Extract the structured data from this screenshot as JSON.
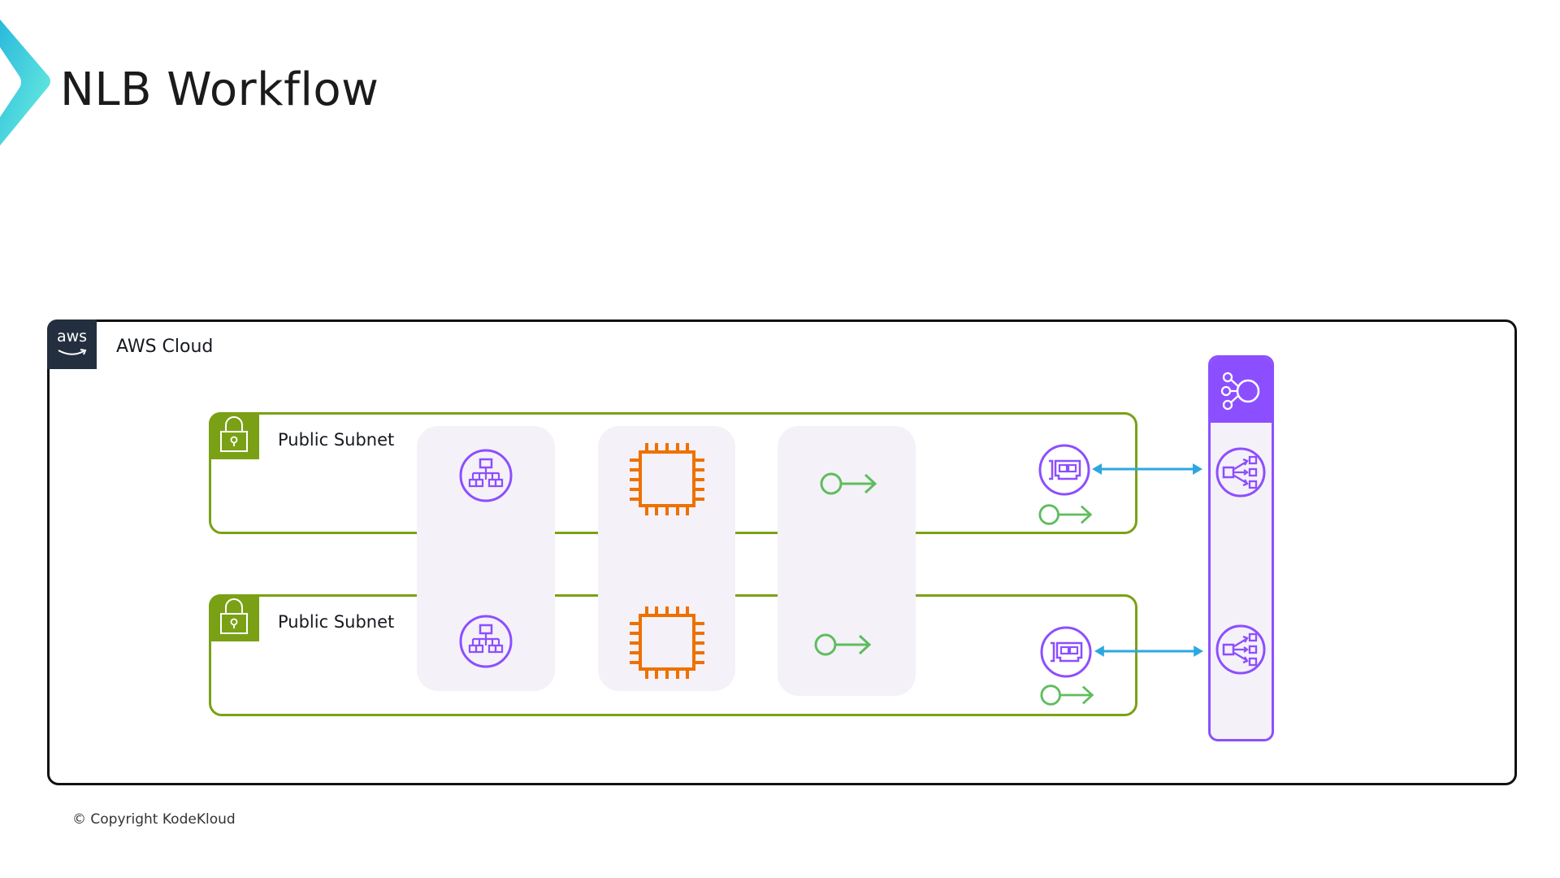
{
  "slide": {
    "title": "NLB Workflow",
    "footer": "© Copyright KodeKloud"
  },
  "aws_cloud": {
    "badge_text": "aws",
    "label": "AWS Cloud"
  },
  "subnets": [
    {
      "label": "Public Subnet"
    },
    {
      "label": "Public Subnet"
    }
  ],
  "columns": [
    {
      "name": "network-service",
      "icons": [
        "network-hierarchy-icon",
        "network-hierarchy-icon"
      ]
    },
    {
      "name": "ec2-instances",
      "icons": [
        "ec2-instance-icon",
        "ec2-instance-icon"
      ]
    },
    {
      "name": "target",
      "icons": [
        "endpoint-arrow-icon",
        "endpoint-arrow-icon"
      ]
    }
  ],
  "nlb": {
    "header_icon": "elastic-load-balancing-icon",
    "node_icon": "network-load-balancer-icon",
    "node_count": 2
  },
  "connections": [
    {
      "from": "elastic-network-interface-1",
      "to": "nlb-node-1",
      "type": "bidirectional"
    },
    {
      "from": "elastic-network-interface-2",
      "to": "nlb-node-2",
      "type": "bidirectional"
    }
  ],
  "colors": {
    "accent_teal": "#3ed3e0",
    "subnet_green": "#7aa116",
    "aws_dark": "#232f3e",
    "purple": "#8c4fff",
    "ec2_orange": "#ed7100",
    "endpoint_green": "#5ebd5e",
    "arrow_blue": "#2ea7e0",
    "column_bg": "#f5f1f8"
  }
}
